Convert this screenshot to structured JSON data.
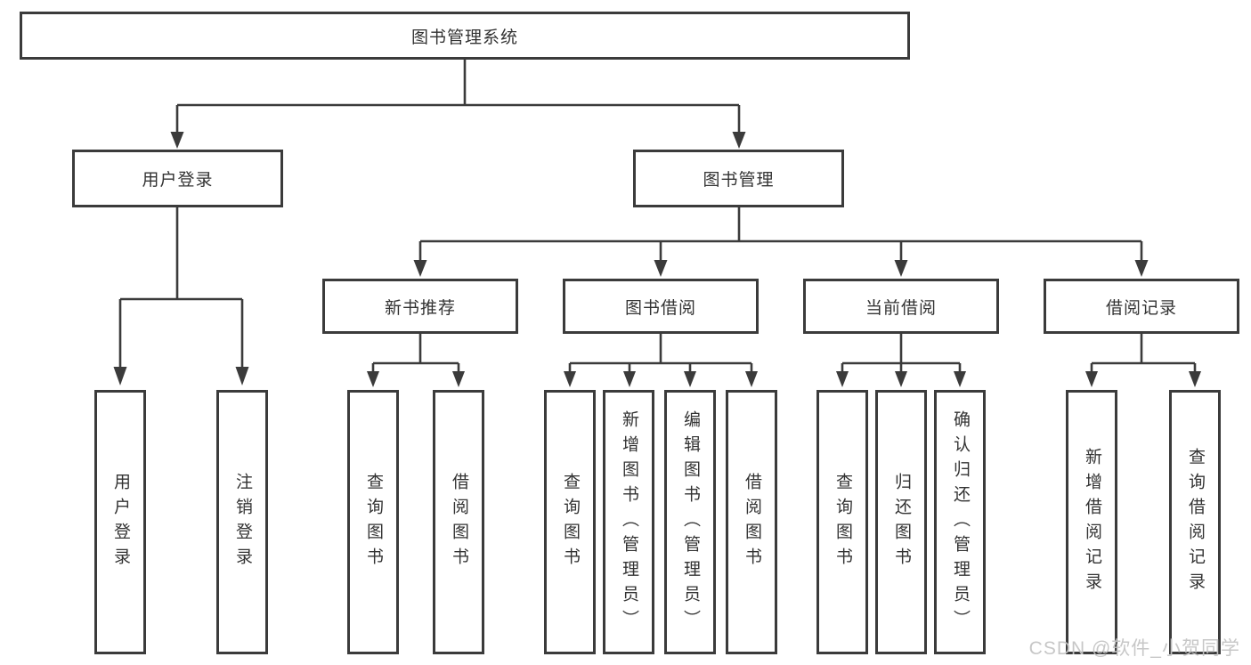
{
  "diagram": {
    "type": "hierarchy-tree",
    "line_color": "#3b3b3b",
    "box_background": "#ffffff",
    "text_color": "#333333"
  },
  "nodes": {
    "root": "图书管理系统",
    "user_login": "用户登录",
    "book_mgmt": "图书管理",
    "new_book_rec": "新书推荐",
    "book_borrow": "图书借阅",
    "current_borrow": "当前借阅",
    "borrow_record": "借阅记录",
    "leaf_user_login": "用户登录",
    "leaf_logout": "注销登录",
    "leaf_nb_query": "查询图书",
    "leaf_nb_borrow": "借阅图书",
    "leaf_bb_query": "查询图书",
    "leaf_bb_add": "新增图书（管理员）",
    "leaf_bb_edit": "编辑图书（管理员）",
    "leaf_bb_borrow": "借阅图书",
    "leaf_cb_query": "查询图书",
    "leaf_cb_return": "归还图书",
    "leaf_cb_confirm": "确认归还（管理员）",
    "leaf_br_add": "新增借阅记录",
    "leaf_br_query": "查询借阅记录"
  },
  "structure": {
    "图书管理系统": {
      "用户登录": [
        "用户登录",
        "注销登录"
      ],
      "图书管理": {
        "新书推荐": [
          "查询图书",
          "借阅图书"
        ],
        "图书借阅": [
          "查询图书",
          "新增图书（管理员）",
          "编辑图书（管理员）",
          "借阅图书"
        ],
        "当前借阅": [
          "查询图书",
          "归还图书",
          "确认归还（管理员）"
        ],
        "借阅记录": [
          "新增借阅记录",
          "查询借阅记录"
        ]
      }
    }
  },
  "watermark": {
    "text": "CSDN @软件_小贺同学",
    "color": "#c4c4c4"
  }
}
